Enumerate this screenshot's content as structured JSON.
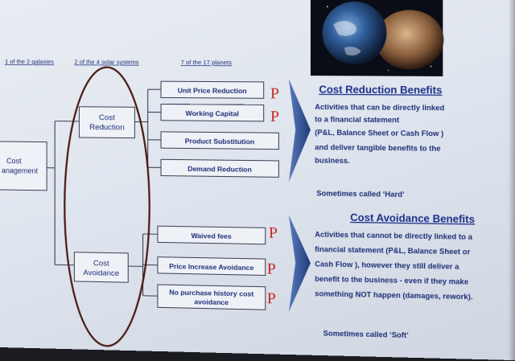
{
  "headers": {
    "galaxies": "1 of the 2 galaxies",
    "solar_systems": "2 of the 4 solar systems",
    "planets": "7 of the 17 planets"
  },
  "root": {
    "line1": "Cost",
    "line2": "anagement"
  },
  "cost_reduction": {
    "line1": "Cost",
    "line2": "Reduction"
  },
  "cost_avoidance": {
    "line1": "Cost",
    "line2": "Avoidance"
  },
  "reduction_items": [
    {
      "label": "Unit Price Reduction",
      "mark": "P"
    },
    {
      "label": "Working Capital",
      "mark": "P"
    },
    {
      "label": "Product Substitution",
      "mark": ""
    },
    {
      "label": "Demand Reduction",
      "mark": ""
    }
  ],
  "avoidance_items": [
    {
      "label": "Waived fees",
      "mark": "P"
    },
    {
      "label": "Price Increase Avoidance",
      "mark": "P"
    },
    {
      "label_line1": "No purchase history cost",
      "label_line2": "avoidance",
      "mark": "P"
    }
  ],
  "reduction_benefits": {
    "title": "Cost Reduction Benefits",
    "lines": [
      "Activities that can be directly linked",
      "to a financial statement",
      "(P&L, Balance Sheet or Cash Flow )",
      "and deliver tangible benefits to the",
      "business."
    ],
    "note": "Sometimes called ‘Hard’"
  },
  "avoidance_benefits": {
    "title": "Cost Avoidance Benefits",
    "lines": [
      "Activities that cannot be directly linked to a",
      "financial statement (P&L, Balance Sheet or",
      "Cash Flow ), however they still deliver a",
      "benefit to the business - even if they make",
      "something NOT happen (damages, rework)."
    ],
    "note": "Sometimes called ‘Soft’"
  },
  "colors": {
    "text_blue": "#1f2e78",
    "title_blue": "#1b2f8a",
    "mark_red": "#c8241e",
    "ellipse": "#4a1a14",
    "arrow": "#2f4d8c"
  }
}
